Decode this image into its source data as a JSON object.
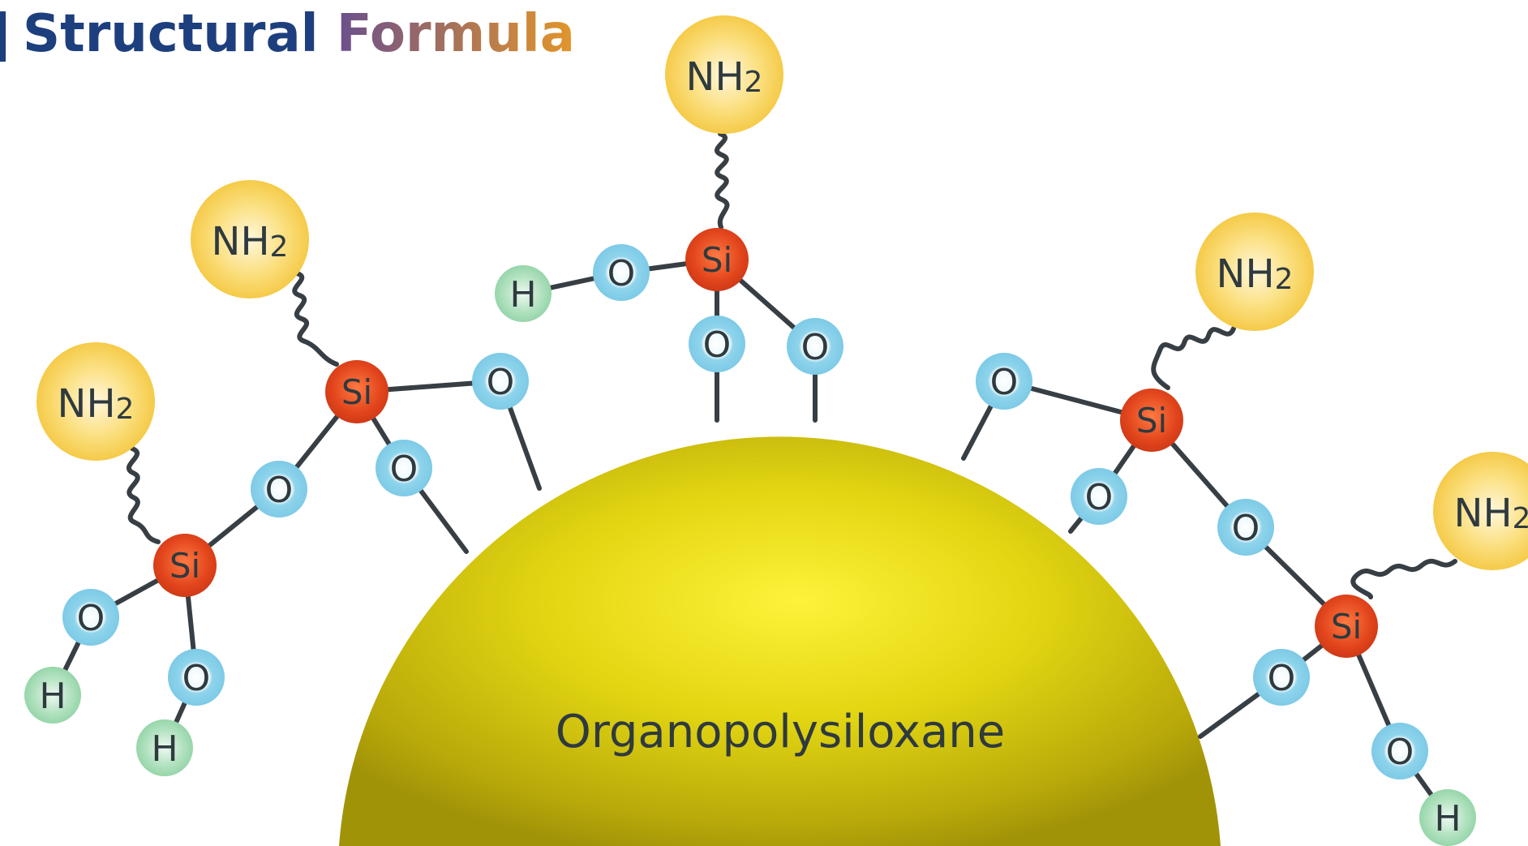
{
  "title": {
    "part1": "Structural",
    "part2": "Formula"
  },
  "core": {
    "label": "Organopolysiloxane"
  },
  "atoms": {
    "si": "Si",
    "o": "O",
    "h": "H",
    "nh2_main": "NH",
    "nh2_sub": "2"
  },
  "colors": {
    "title_blue": "#1e3f7e",
    "title_orange": "#e3962a",
    "core_yellow": "#e6dc12",
    "silicon": "#e0441e",
    "oxygen": "#7ecde8",
    "hydrogen": "#8ed3a4",
    "amine": "#f4c63d",
    "bond": "#373f45"
  }
}
